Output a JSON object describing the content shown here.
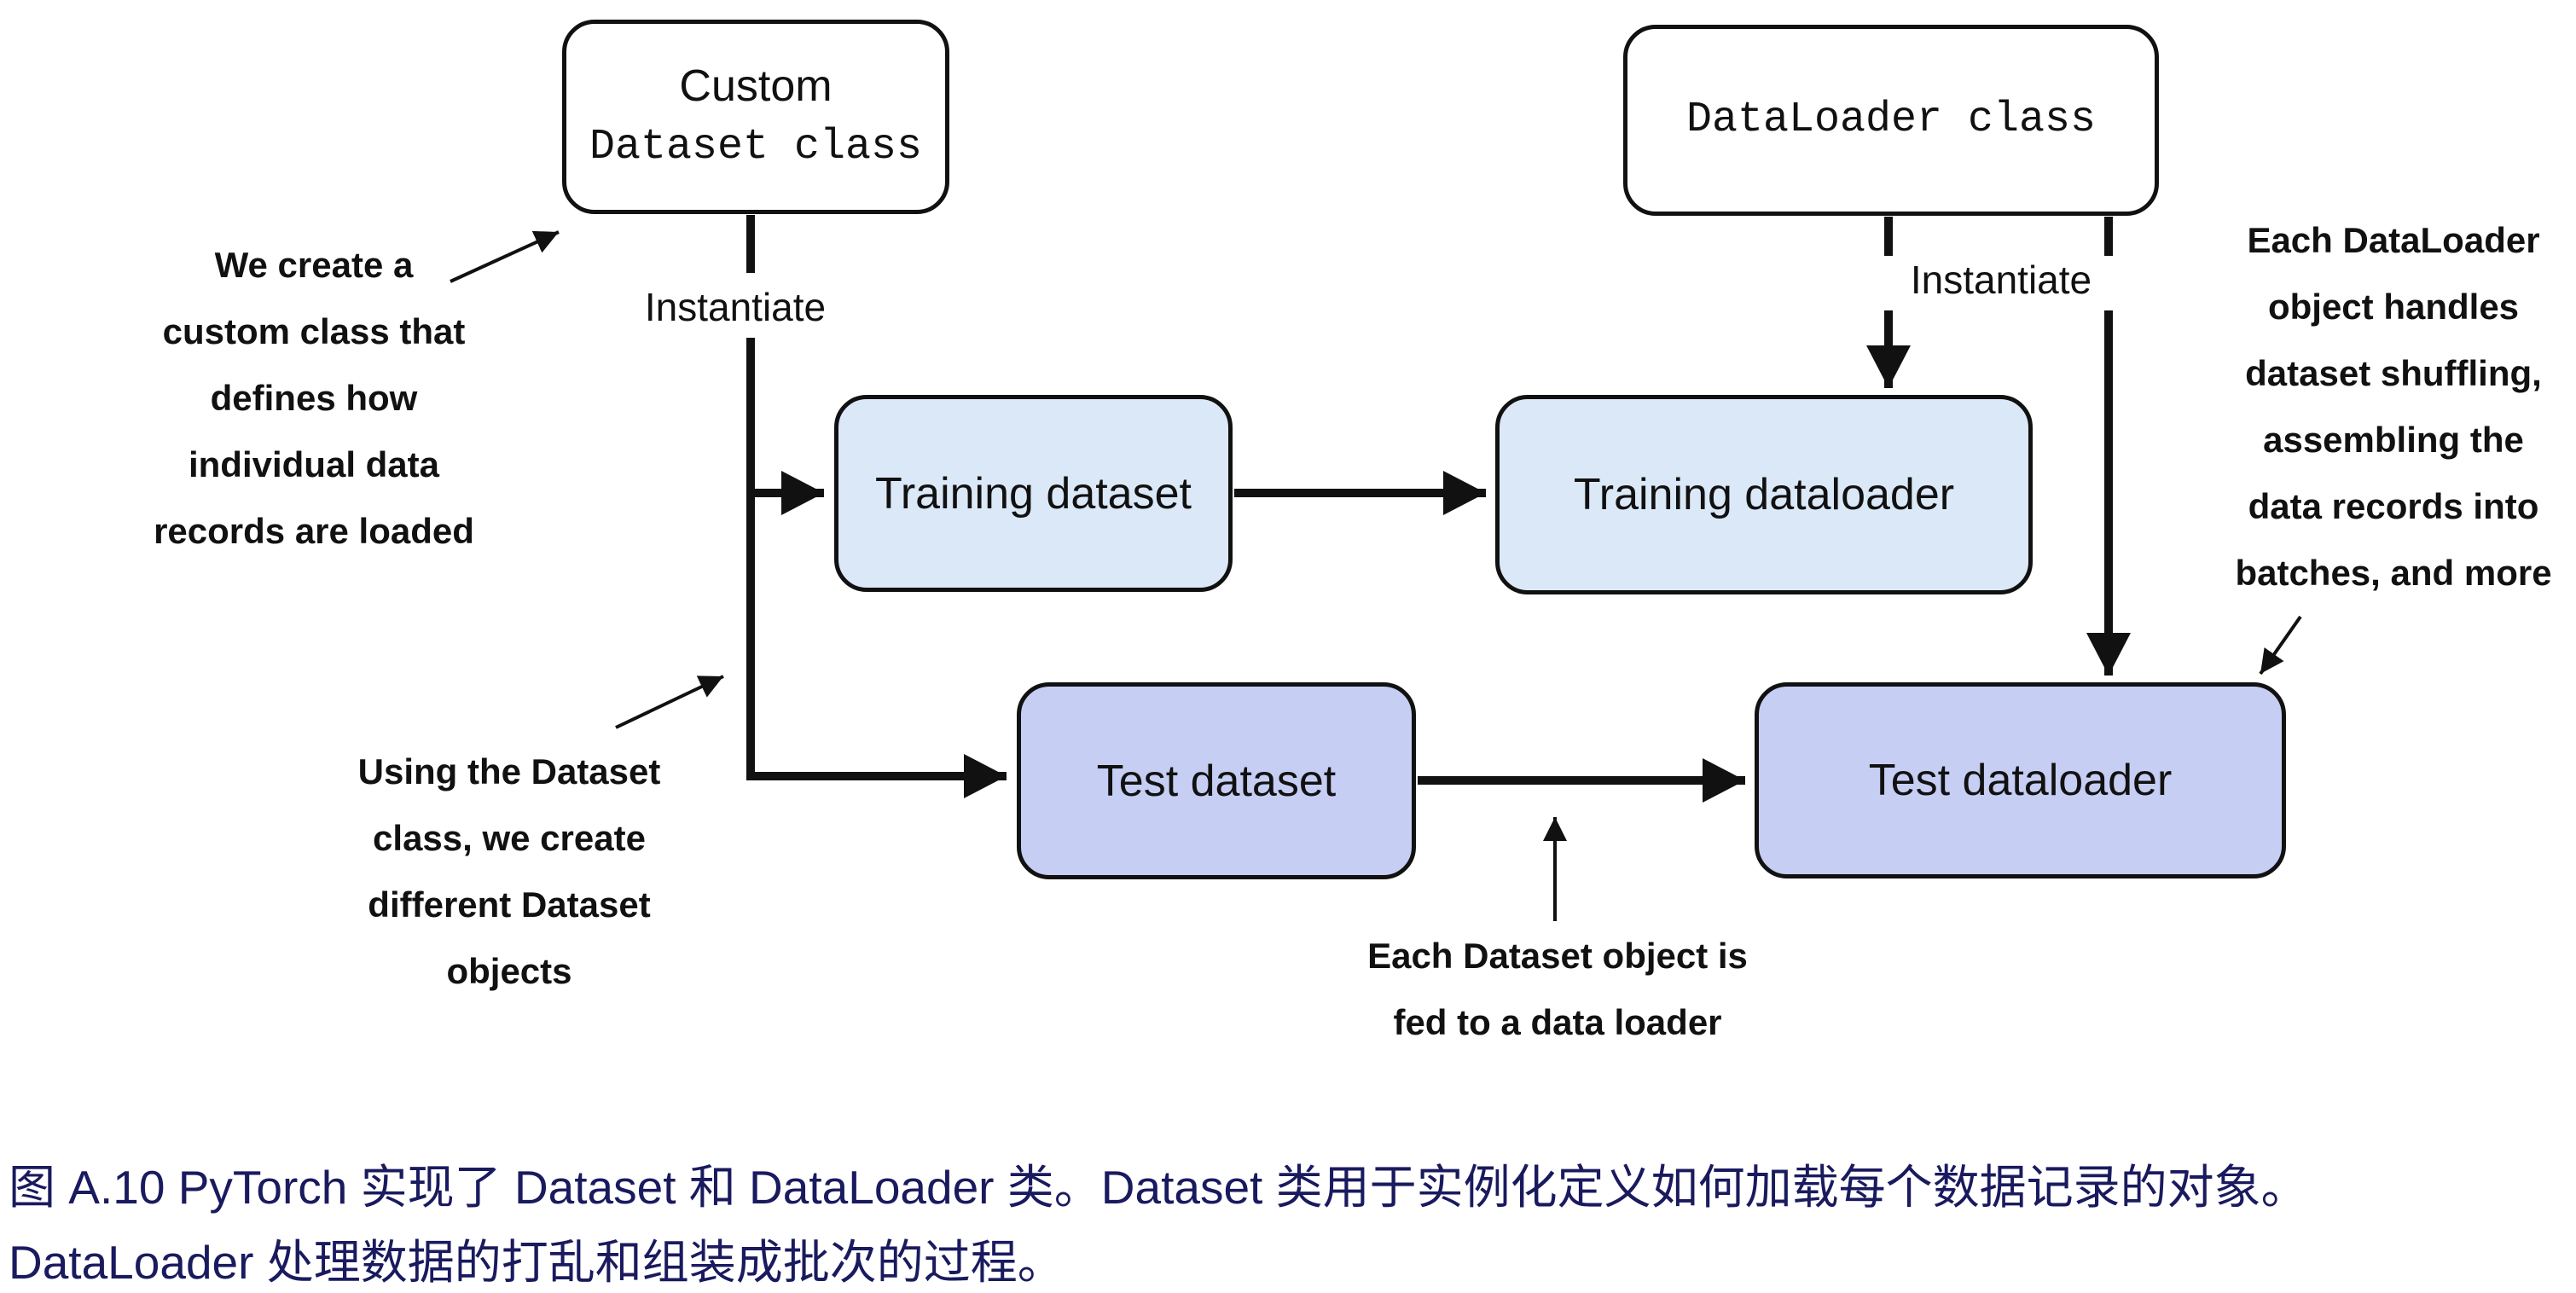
{
  "diagram": {
    "boxes": {
      "custom_dataset_class": {
        "line1": "Custom",
        "line2": "Dataset class"
      },
      "dataloader_class": {
        "label": "DataLoader class"
      },
      "training_dataset": {
        "label": "Training dataset"
      },
      "training_dataloader": {
        "label": "Training dataloader"
      },
      "test_dataset": {
        "label": "Test dataset"
      },
      "test_dataloader": {
        "label": "Test dataloader"
      }
    },
    "edge_labels": {
      "instantiate_left": "Instantiate",
      "instantiate_right": "Instantiate"
    },
    "annotations": {
      "create_custom_class": "We create a\ncustom class that\ndefines how\nindividual data\nrecords are loaded",
      "using_dataset_class": "Using the Dataset\nclass, we create\ndifferent Dataset\nobjects",
      "dataset_fed_to_loader": "Each Dataset object is\nfed to a data loader",
      "dataloader_handles": "Each DataLoader\nobject handles\ndataset shuffling,\nassembling the\ndata records into\nbatches, and more"
    },
    "colors": {
      "box_border": "#111111",
      "training_fill": "#dbe8f8",
      "test_fill": "#c6cef4",
      "arrow": "#111111",
      "caption_text": "#1a1a5f"
    }
  },
  "caption": {
    "line1": "图 A.10 PyTorch 实现了 Dataset 和 DataLoader 类。Dataset 类用于实例化定义如何加载每个数据记录的对象。",
    "line2": "DataLoader 处理数据的打乱和组装成批次的过程。"
  }
}
